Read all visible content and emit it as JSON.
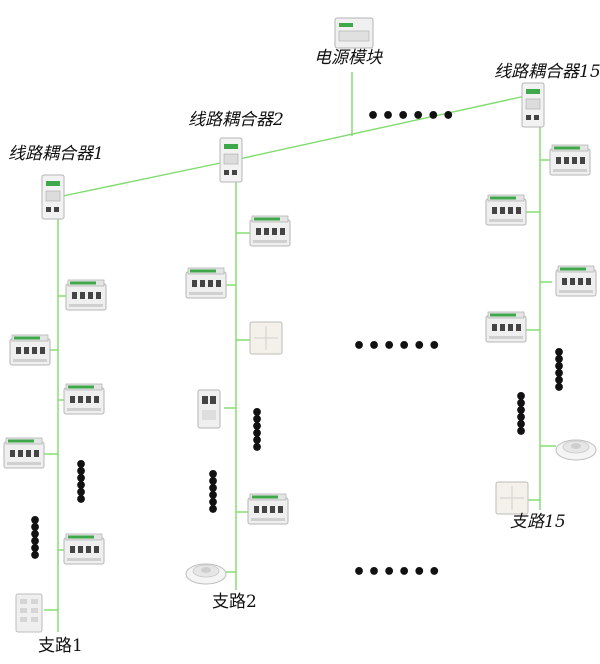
{
  "labels": {
    "power_module": "电源模块",
    "coupler_1": "线路耦合器1",
    "coupler_2": "线路耦合器2",
    "coupler_15": "线路耦合器15",
    "branch_1": "支路1",
    "branch_2": "支路2",
    "branch_15": "支路15"
  },
  "ellipsis_h": "••••••",
  "colors": {
    "line": "#7ddc6a",
    "device_body": "#eeeeee",
    "device_edge": "#b5b5b5",
    "terminal_green": "#3ea84a",
    "device_dark": "#444444"
  }
}
